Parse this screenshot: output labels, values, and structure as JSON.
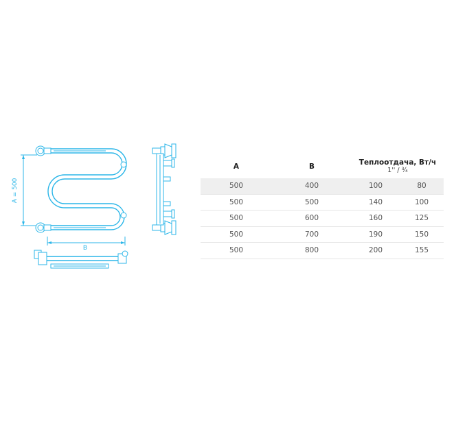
{
  "drawing": {
    "dimension_a_label": "A = 500",
    "dimension_b_label": "B"
  },
  "table": {
    "headers": {
      "a": "A",
      "b": "B",
      "heat": "Теплоотдача, Вт/ч",
      "heat_sub": "1'' / ¾"
    },
    "rows": [
      [
        "500",
        "400",
        "100",
        "80"
      ],
      [
        "500",
        "500",
        "140",
        "100"
      ],
      [
        "500",
        "600",
        "160",
        "125"
      ],
      [
        "500",
        "700",
        "190",
        "150"
      ],
      [
        "500",
        "800",
        "200",
        "155"
      ]
    ]
  }
}
